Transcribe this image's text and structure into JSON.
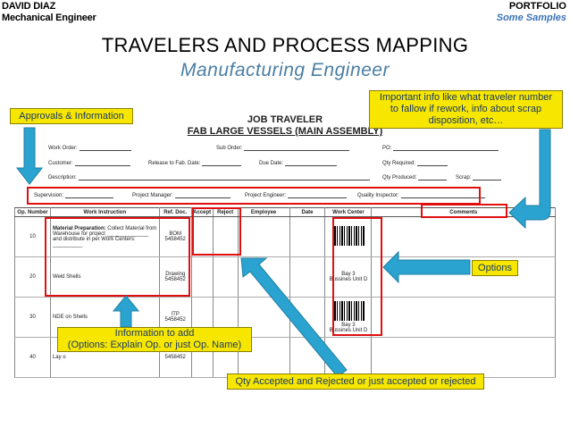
{
  "header": {
    "author": "DAVID DIAZ",
    "role": "Mechanical Engineer",
    "portfolio": "PORTFOLIO",
    "portfolio_sub": "Some Samples"
  },
  "slide": {
    "title": "TRAVELERS AND PROCESS MAPPING",
    "subtitle": "Manufacturing Engineer"
  },
  "callouts": {
    "approvals": "Approvals & Information",
    "important": "Important info like what traveler number to fallow if rework, info about scrap disposition, etc…",
    "options": "Options",
    "info_add_1": "Information to add",
    "info_add_2": "(Options: Explain Op. or just Op. Name)",
    "qty": "Qty Accepted and Rejected or just accepted or rejected"
  },
  "traveler": {
    "title_1": "JOB TRAVELER",
    "title_2": "FAB LARGE VESSELS (MAIN ASSEMBLY)",
    "fields": {
      "work_order": "Work Order:",
      "sub_order": "Sub Order:",
      "po": "PO:",
      "customer": "Customer:",
      "release": "Release to Fab. Date:",
      "due_date": "Due Date:",
      "qty_required": "Qty Required:",
      "description": "Description:",
      "qty_produced": "Qty Produced:",
      "scrap": "Scrap:",
      "supervisor": "Supervision:",
      "project_manager": "Project Manager:",
      "project_engineer": "Project Engineer:",
      "quality_inspector": "Quality Inspector:"
    },
    "columns": [
      "Op. Number",
      "Work Instruction",
      "Ref. Doc.",
      "Accept",
      "Reject",
      "Employee",
      "Date",
      "Work Center",
      "Comments"
    ],
    "rows": [
      {
        "op": "10",
        "instr_bold": "Material Preparation:",
        "instr": " Collect Material from Warehouse for project ______________ and distribute in per Work Centers: __________",
        "ref_1": "BOM",
        "ref_2": "5458452",
        "wc_1": "",
        "wc_2": ""
      },
      {
        "op": "20",
        "instr_bold": "",
        "instr": "Weld Shells",
        "ref_1": "Drawing",
        "ref_2": "5458452",
        "wc_1": "Bay 3",
        "wc_2": "Bussines Unit D"
      },
      {
        "op": "30",
        "instr_bold": "",
        "instr": "NDE on Shells",
        "ref_1": "ITP",
        "ref_2": "5458452",
        "wc_1": "Bay 3",
        "wc_2": "Bussines Unit D"
      },
      {
        "op": "40",
        "instr_bold": "",
        "instr": "Lay o",
        "ref_1": "",
        "ref_2": "5458452",
        "wc_1": "",
        "wc_2": ""
      }
    ]
  },
  "colors": {
    "callout_bg": "#f7e600",
    "arrow": "#2aa3d0",
    "highlight": "#e01010",
    "subtitle": "#4a7ea3"
  }
}
